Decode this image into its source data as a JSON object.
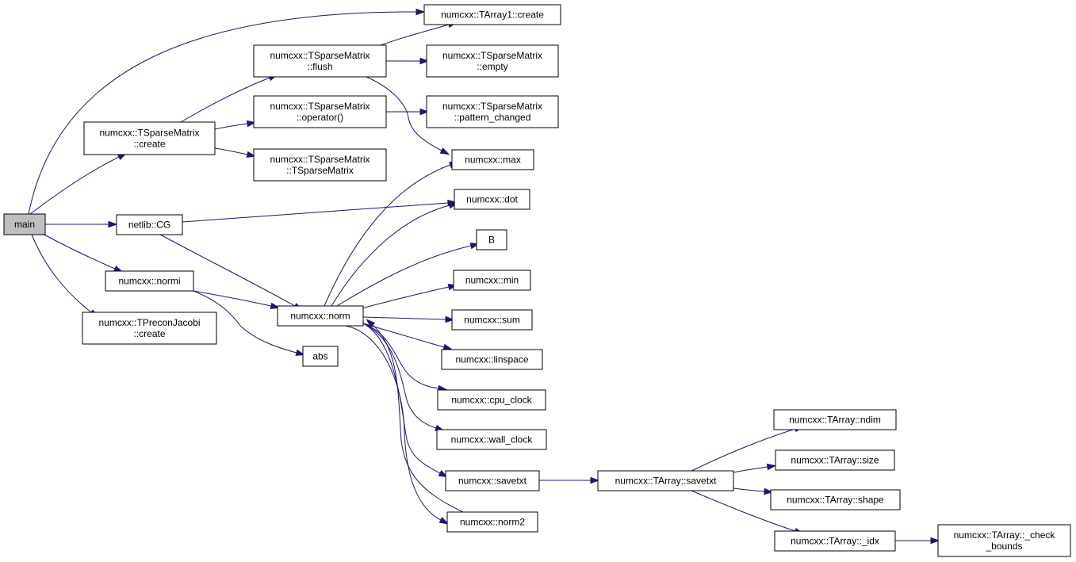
{
  "diagram": {
    "type": "call-graph",
    "colors": {
      "edge": "#191970",
      "root_fill": "#bfbfbf",
      "node_fill": "#ffffff",
      "border": "#000000"
    },
    "nodes": [
      {
        "id": "main",
        "lines": [
          "main"
        ]
      },
      {
        "id": "tarray1_create",
        "lines": [
          "numcxx::TArray1::create"
        ]
      },
      {
        "id": "tsparse_create",
        "lines": [
          "numcxx::TSparseMatrix",
          "::create"
        ]
      },
      {
        "id": "tsparse_flush",
        "lines": [
          "numcxx::TSparseMatrix",
          "::flush"
        ]
      },
      {
        "id": "tsparse_empty",
        "lines": [
          "numcxx::TSparseMatrix",
          "::empty"
        ]
      },
      {
        "id": "tsparse_operator",
        "lines": [
          "numcxx::TSparseMatrix",
          "::operator()"
        ]
      },
      {
        "id": "tsparse_pattern",
        "lines": [
          "numcxx::TSparseMatrix",
          "::pattern_changed"
        ]
      },
      {
        "id": "tsparse_ctor",
        "lines": [
          "numcxx::TSparseMatrix",
          "::TSparseMatrix"
        ]
      },
      {
        "id": "netlib_cg",
        "lines": [
          "netlib::CG"
        ]
      },
      {
        "id": "normi",
        "lines": [
          "numcxx::normi"
        ]
      },
      {
        "id": "tprecon_create",
        "lines": [
          "numcxx::TPreconJacobi",
          "::create"
        ]
      },
      {
        "id": "norm",
        "lines": [
          "numcxx::norm"
        ]
      },
      {
        "id": "abs",
        "lines": [
          "abs"
        ]
      },
      {
        "id": "max",
        "lines": [
          "numcxx::max"
        ]
      },
      {
        "id": "dot",
        "lines": [
          "numcxx::dot"
        ]
      },
      {
        "id": "b",
        "lines": [
          "B"
        ]
      },
      {
        "id": "min",
        "lines": [
          "numcxx::min"
        ]
      },
      {
        "id": "sum",
        "lines": [
          "numcxx::sum"
        ]
      },
      {
        "id": "linspace",
        "lines": [
          "numcxx::linspace"
        ]
      },
      {
        "id": "cpu_clock",
        "lines": [
          "numcxx::cpu_clock"
        ]
      },
      {
        "id": "wall_clock",
        "lines": [
          "numcxx::wall_clock"
        ]
      },
      {
        "id": "savetxt",
        "lines": [
          "numcxx::savetxt"
        ]
      },
      {
        "id": "norm2",
        "lines": [
          "numcxx::norm2"
        ]
      },
      {
        "id": "tarray_savetxt",
        "lines": [
          "numcxx::TArray::savetxt"
        ]
      },
      {
        "id": "tarray_ndim",
        "lines": [
          "numcxx::TArray::ndim"
        ]
      },
      {
        "id": "tarray_size",
        "lines": [
          "numcxx::TArray::size"
        ]
      },
      {
        "id": "tarray_shape",
        "lines": [
          "numcxx::TArray::shape"
        ]
      },
      {
        "id": "tarray_idx",
        "lines": [
          "numcxx::TArray::_idx"
        ]
      },
      {
        "id": "tarray_check",
        "lines": [
          "numcxx::TArray::_check",
          "_bounds"
        ]
      }
    ],
    "edges": [
      {
        "from": "main",
        "to": "tarray1_create"
      },
      {
        "from": "main",
        "to": "tsparse_create"
      },
      {
        "from": "main",
        "to": "netlib_cg"
      },
      {
        "from": "main",
        "to": "normi"
      },
      {
        "from": "main",
        "to": "tprecon_create"
      },
      {
        "from": "tsparse_create",
        "to": "tsparse_flush"
      },
      {
        "from": "tsparse_create",
        "to": "tsparse_operator"
      },
      {
        "from": "tsparse_create",
        "to": "tsparse_ctor"
      },
      {
        "from": "tsparse_flush",
        "to": "tarray1_create"
      },
      {
        "from": "tsparse_flush",
        "to": "tsparse_empty"
      },
      {
        "from": "tsparse_flush",
        "to": "max"
      },
      {
        "from": "tsparse_operator",
        "to": "tsparse_pattern"
      },
      {
        "from": "netlib_cg",
        "to": "dot"
      },
      {
        "from": "netlib_cg",
        "to": "norm"
      },
      {
        "from": "normi",
        "to": "norm"
      },
      {
        "from": "normi",
        "to": "abs"
      },
      {
        "from": "norm",
        "to": "max"
      },
      {
        "from": "norm",
        "to": "dot"
      },
      {
        "from": "norm",
        "to": "b"
      },
      {
        "from": "norm",
        "to": "min"
      },
      {
        "from": "norm",
        "to": "sum"
      },
      {
        "from": "norm",
        "to": "linspace"
      },
      {
        "from": "norm",
        "to": "cpu_clock"
      },
      {
        "from": "norm",
        "to": "wall_clock"
      },
      {
        "from": "norm",
        "to": "savetxt"
      },
      {
        "from": "norm",
        "to": "norm2"
      },
      {
        "from": "norm2",
        "to": "norm"
      },
      {
        "from": "savetxt",
        "to": "tarray_savetxt"
      },
      {
        "from": "tarray_savetxt",
        "to": "tarray_ndim"
      },
      {
        "from": "tarray_savetxt",
        "to": "tarray_size"
      },
      {
        "from": "tarray_savetxt",
        "to": "tarray_shape"
      },
      {
        "from": "tarray_savetxt",
        "to": "tarray_idx"
      },
      {
        "from": "tarray_idx",
        "to": "tarray_check"
      }
    ]
  }
}
